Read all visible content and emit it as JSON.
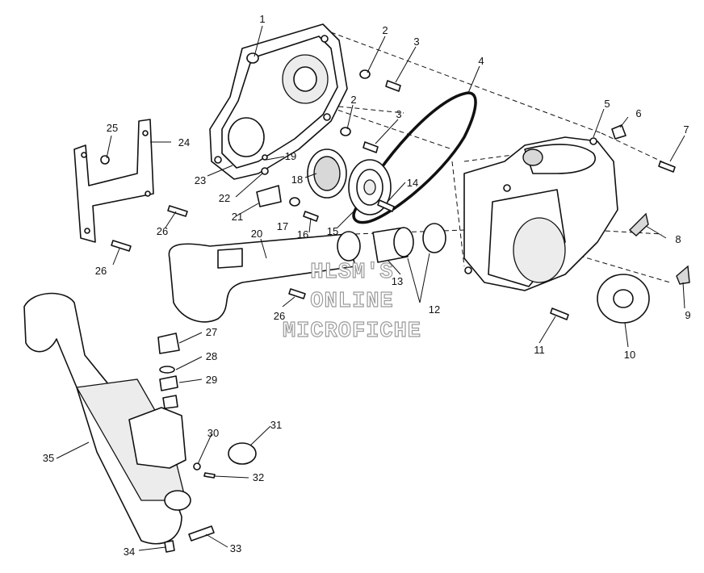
{
  "watermark": {
    "line1": "HLSM'S",
    "line2": "ONLINE",
    "line3": "MICROFICHE"
  },
  "callouts": {
    "c1": "1",
    "c2a": "2",
    "c2b": "2",
    "c3a": "3",
    "c3b": "3",
    "c4": "4",
    "c5": "5",
    "c6": "6",
    "c7": "7",
    "c8": "8",
    "c9": "9",
    "c10": "10",
    "c11": "11",
    "c12": "12",
    "c13": "13",
    "c14": "14",
    "c15": "15",
    "c16": "16",
    "c17": "17",
    "c18": "18",
    "c19": "19",
    "c20": "20",
    "c21": "21",
    "c22": "22",
    "c23": "23",
    "c24": "24",
    "c25": "25",
    "c26a": "26",
    "c26b": "26",
    "c26c": "26",
    "c27": "27",
    "c28": "28",
    "c29": "29",
    "c30": "30",
    "c31": "31",
    "c32": "32",
    "c33": "33",
    "c34": "34",
    "c35": "35"
  }
}
